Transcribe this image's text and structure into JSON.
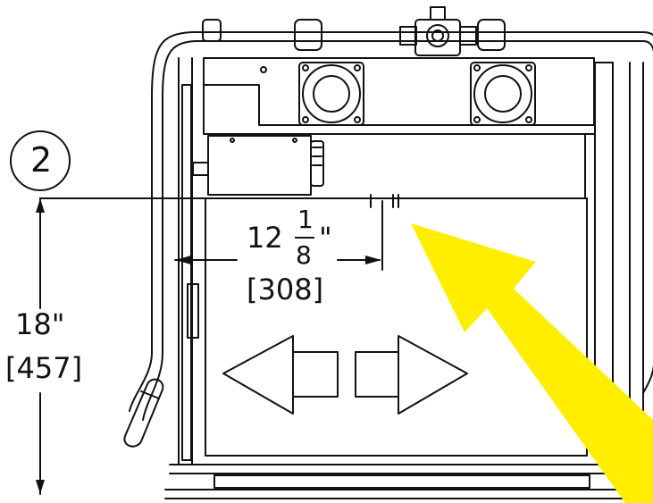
{
  "callout": {
    "number": "2"
  },
  "dimensions": {
    "width": {
      "whole": "12",
      "numerator": "1",
      "denominator": "8",
      "unit": "\"",
      "metric": "[308]"
    },
    "height": {
      "value": "18\"",
      "metric": "[457]"
    }
  },
  "colors": {
    "highlight_arrow": "#ffee00",
    "line": "#111111",
    "background": "#ffffff"
  }
}
